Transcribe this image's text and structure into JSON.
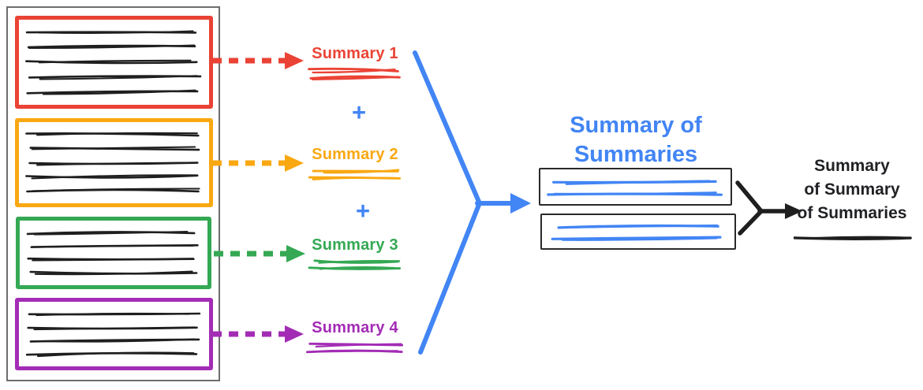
{
  "palette": {
    "red": "#EA4335",
    "orange": "#F9A812",
    "green": "#34A853",
    "purple": "#A32CB5",
    "blue": "#4285F4",
    "ink": "#1F1F1F"
  },
  "source_panel": {
    "documents": [
      {
        "name": "document-1",
        "color": "#EA4335",
        "text_lines": 5
      },
      {
        "name": "document-2",
        "color": "#F9A812",
        "text_lines": 5
      },
      {
        "name": "document-3",
        "color": "#34A853",
        "text_lines": 4
      },
      {
        "name": "document-4",
        "color": "#A32CB5",
        "text_lines": 4
      }
    ]
  },
  "summary_labels": [
    {
      "label": "Summary 1",
      "color": "#EA4335"
    },
    {
      "label": "Summary 2",
      "color": "#F9A812"
    },
    {
      "label": "Summary 3",
      "color": "#34A853"
    },
    {
      "label": "Summary 4",
      "color": "#A32CB5"
    }
  ],
  "operators": {
    "plus": "+"
  },
  "summary_of_summaries": {
    "title": "Summary of Summaries",
    "title_lines": [
      "Summary of",
      "Summaries"
    ],
    "text_boxes": 2
  },
  "final_summary": {
    "label": "Summary of Summary of Summaries",
    "label_lines": [
      "Summary",
      "of Summary",
      "of Summaries"
    ]
  }
}
